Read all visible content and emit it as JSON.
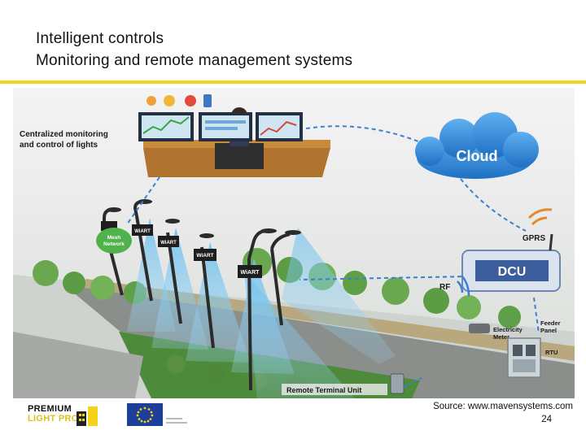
{
  "header": {
    "title_line1": "Intelligent controls",
    "title_line2": "Monitoring and remote management systems",
    "rule_color": "#f2d21a"
  },
  "diagram": {
    "label_centralized": "Centralized monitoring and control of lights",
    "label_cloud": "Cloud",
    "label_gprs": "GPRS",
    "label_dcu": "DCU",
    "label_rf": "RF",
    "label_mesh": "Mesh Network",
    "label_wiart": "WiART",
    "label_feeder": "Feeder Panel",
    "label_meter": "Electricity Meter",
    "label_rtu": "RTU",
    "label_remote": "Remote Terminal Unit"
  },
  "footer": {
    "source": "Source: www.mavensystems.com",
    "page_number": "24",
    "logo_line1": "PREMIUM",
    "logo_line2": "LIGHT PRO"
  },
  "colors": {
    "cloud": "#2a86d8",
    "mesh": "#4fb24d",
    "beam": "#7cc4ee",
    "dcu": "#3b5d9c"
  }
}
